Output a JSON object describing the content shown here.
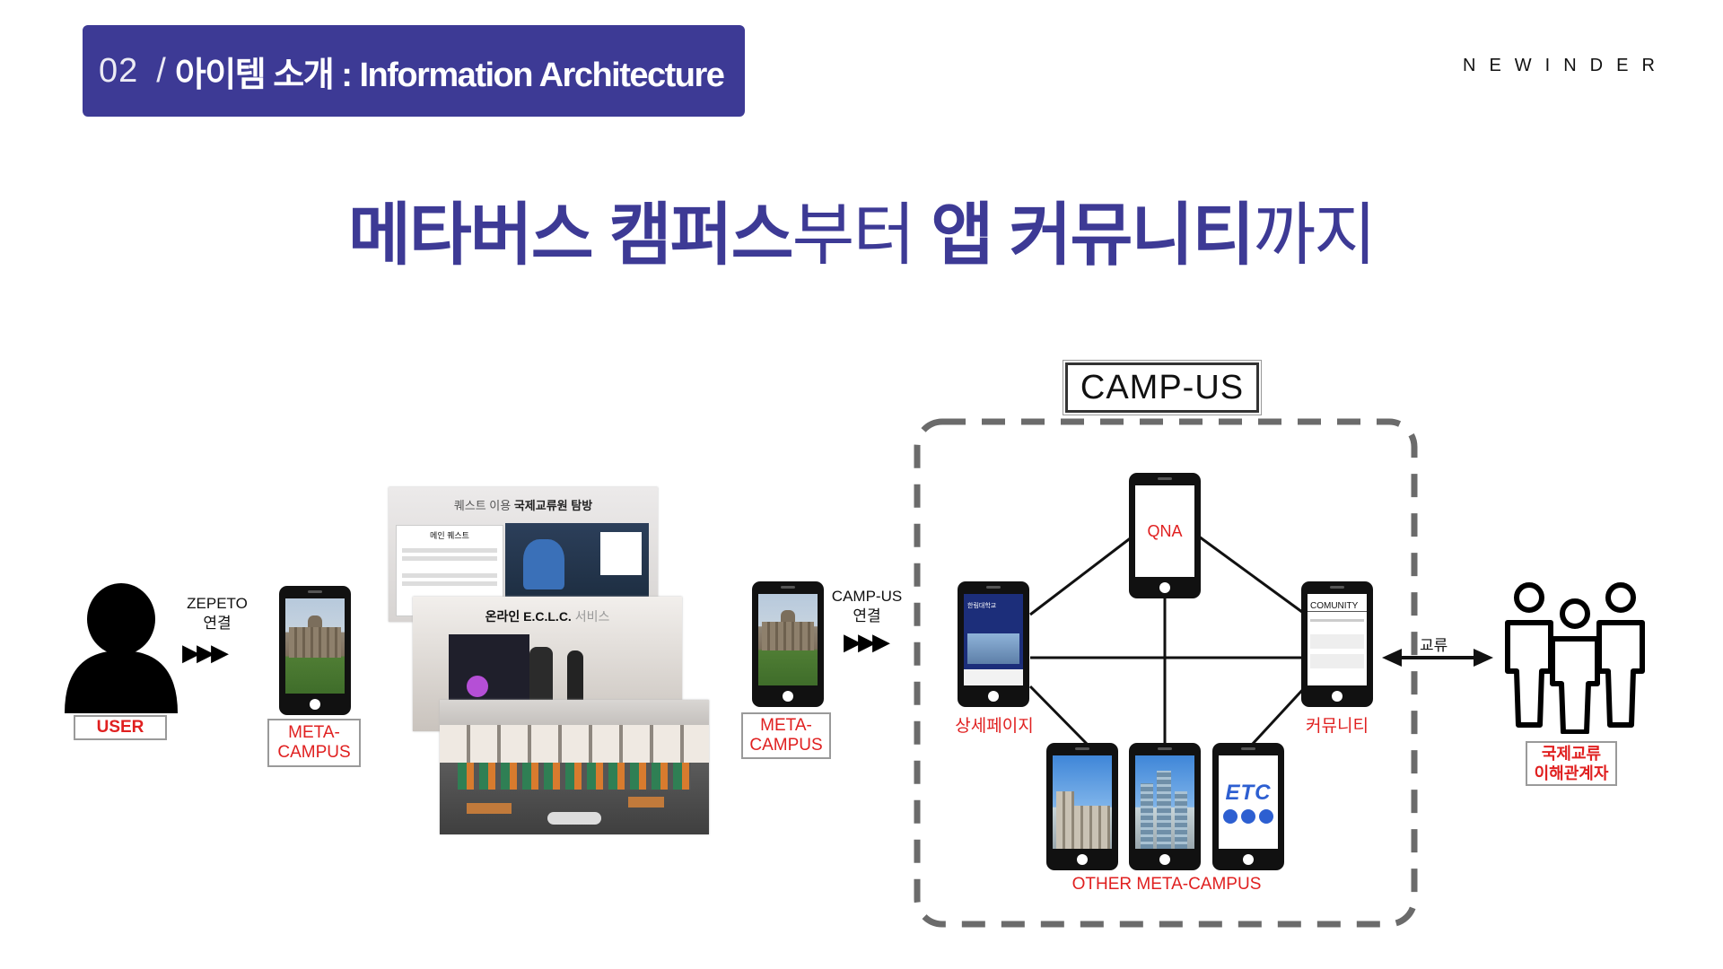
{
  "header": {
    "number": "02",
    "separator": "/",
    "title": "아이템 소개 : Information Architecture"
  },
  "brand": "NEWINDER",
  "main_title": {
    "part1": "메타버스 캠퍼스",
    "part2": "부터 ",
    "part3": "앱 커뮤니티",
    "part4": "까지"
  },
  "user": {
    "label": "USER"
  },
  "zepeto": {
    "line1": "ZEPETO",
    "line2": "연결",
    "arrows": "▶▶▶"
  },
  "meta_campus_1": {
    "line1": "META-",
    "line2": "CAMPUS"
  },
  "screenshots": {
    "quest_title_prefix": "퀘스트 이용 ",
    "quest_title_bold": "국제교류원 탐방",
    "quest_panel": "메인 퀘스트",
    "online_title_bold": "온라인 E.C.L.C.",
    "online_title_light": " 서비스"
  },
  "meta_campus_2": {
    "line1": "META-",
    "line2": "CAMPUS"
  },
  "campus_link": {
    "line1": "CAMP-US",
    "line2": "연결",
    "arrows": "▶▶▶"
  },
  "campus_box": {
    "title": "CAMP-US"
  },
  "nodes": {
    "qna": "QNA",
    "detail": "상세페이지",
    "community": "커뮤니티",
    "community_screen": "COMUNITY",
    "detail_screen_line1": "한림대학교",
    "other": "OTHER META-CAMPUS",
    "etc_logo": "ETC"
  },
  "exchange": {
    "label": "교류"
  },
  "stakeholders": {
    "line1": "국제교류",
    "line2": "이해관계자"
  },
  "colors": {
    "primary": "#3d3a95",
    "accent_red": "#e02020",
    "dash": "#6b6b6b"
  }
}
